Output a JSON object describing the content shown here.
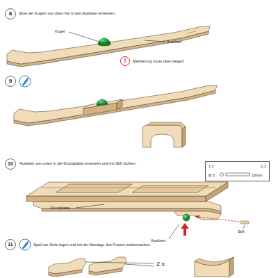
{
  "diagram": {
    "nodes": [
      {
        "text": [
          "8"
        ]
      },
      {
        "text": [
          "!"
        ]
      },
      {
        "text": [
          "9"
        ]
      },
      {
        "text": [
          "10"
        ]
      },
      {
        "text": [
          "1 x",
          "1:1",
          "Ø 3",
          "16mm"
        ]
      },
      {
        "text": [
          "11"
        ]
      }
    ],
    "labels": [
      "Eine der Kugeln von oben her in den Auslöser einsetzen.",
      "Kugel",
      "Auslöser",
      "Markierung muss oben liegen!",
      "Auslöser von unten in die Grundplatte einsetzen und mit Stift sichern.",
      "Grundplatte",
      "Auslöser",
      "Stift",
      "Spiel zur Seite legen und mit der Montage des Fusses weitermachen.",
      "2 x"
    ]
  }
}
